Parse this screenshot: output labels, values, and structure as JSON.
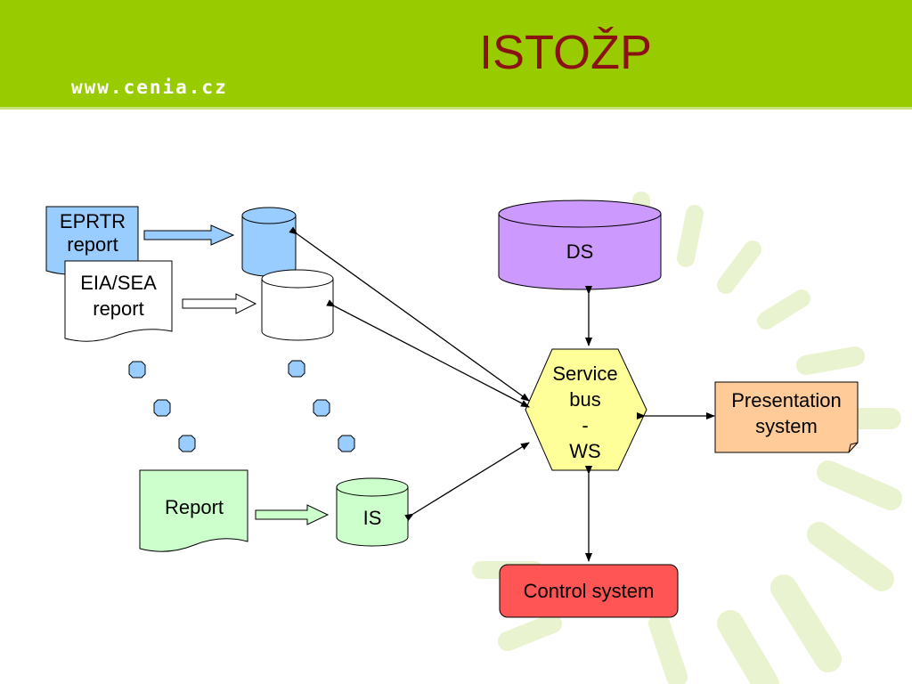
{
  "slide": {
    "title": "ISTOŽP",
    "url": "www.cenia.cz"
  },
  "colors": {
    "header": "#99cc00",
    "title": "#8b1212",
    "eprtr": "#99ccff",
    "ds": "#cc99ff",
    "service_bus": "#ffff99",
    "presentation": "#ffcc99",
    "control": "#ff5555",
    "report": "#ccffcc",
    "is": "#ccffcc",
    "dots": "#99ccff"
  },
  "nodes": {
    "eprtr_report": {
      "line1": "EPRTR",
      "line2": "report"
    },
    "eia_sea_report": {
      "line1": "EIA/SEA",
      "line2": "report"
    },
    "report": {
      "label": "Report"
    },
    "is_db": {
      "label": "IS"
    },
    "ds_db": {
      "label": "DS"
    },
    "service_bus": {
      "line1": "Service",
      "line2": "bus",
      "line3": "-",
      "line4": "WS"
    },
    "presentation_system": {
      "line1": "Presentation",
      "line2": "system"
    },
    "control_system": {
      "label": "Control system"
    }
  }
}
